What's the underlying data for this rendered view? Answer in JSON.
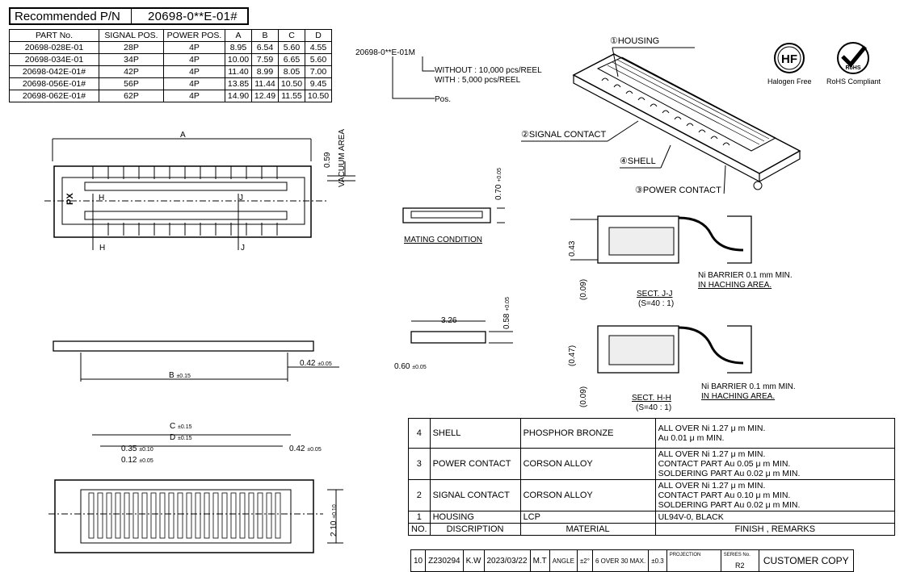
{
  "recommended": {
    "label": "Recommended P/N",
    "value": "20698-0**E-01#"
  },
  "parts_table": {
    "headers": [
      "PART No.",
      "SIGNAL POS.",
      "POWER POS.",
      "A",
      "B",
      "C",
      "D"
    ],
    "rows": [
      [
        "20698-028E-01",
        "28P",
        "4P",
        "8.95",
        "6.54",
        "5.60",
        "4.55"
      ],
      [
        "20698-034E-01",
        "34P",
        "4P",
        "10.00",
        "7.59",
        "6.65",
        "5.60"
      ],
      [
        "20698-042E-01#",
        "42P",
        "4P",
        "11.40",
        "8.99",
        "8.05",
        "7.00"
      ],
      [
        "20698-056E-01#",
        "56P",
        "4P",
        "13.85",
        "11.44",
        "10.50",
        "9.45"
      ],
      [
        "20698-062E-01#",
        "62P",
        "4P",
        "14.90",
        "12.49",
        "11.55",
        "10.50"
      ]
    ]
  },
  "pn_breakdown": {
    "code": "20698-0**E-01M",
    "without": "WITHOUT : 10,000 pcs/REEL",
    "with": "WITH       : 5,000 pcs/REEL",
    "pos": "Pos."
  },
  "callouts": {
    "housing": "①HOUSING",
    "signal": "②SIGNAL CONTACT",
    "shell": "④SHELL",
    "power": "③POWER CONTACT"
  },
  "badges": {
    "hf": "HF",
    "hf_label": "Halogen Free",
    "rohs": "RoHS",
    "rohs_label": "RoHS Compliant"
  },
  "dims": {
    "a": "A",
    "b": "B",
    "b_tol": "±0.15",
    "c": "C",
    "c_tol": "±0.15",
    "d": "D",
    "d_tol": "±0.15",
    "v059": "0.59",
    "vacuum": "VACUUM AREA",
    "v070": "0.70",
    "v070_tol": "+0.05",
    "mating": "MATING CONDITION",
    "v042": "0.42",
    "v042_tol": "±0.05",
    "v326": "3.26",
    "v058": "0.58",
    "v058_tol": "+0.05",
    "v060": "0.60",
    "v060_tol": "±0.05",
    "v035": "0.35",
    "v035_tol": "±0.10",
    "v012": "0.12",
    "v012_tol": "±0.05",
    "v042b": "0.42",
    "v042b_tol": "±0.05",
    "v210": "2.10",
    "v210_tol": "±0.10",
    "h": "H",
    "j": "J",
    "px": "PX"
  },
  "sections": {
    "jj_043": "0.43",
    "jj_009": "(0.09)",
    "jj_note1": "Ni BARRIER 0.1 mm MIN.",
    "jj_note2": "IN HACHING AREA.",
    "jj_title": "SECT. J-J",
    "jj_scale": "(S=40 : 1)",
    "hh_047": "(0.47)",
    "hh_009": "(0.09)",
    "hh_note1": "Ni BARRIER 0.1 mm MIN.",
    "hh_note2": "IN HACHING AREA.",
    "hh_title": "SECT. H-H",
    "hh_scale": "(S=40 : 1)"
  },
  "materials": [
    {
      "no": "4",
      "desc": "SHELL",
      "mat": "PHOSPHOR BRONZE",
      "fin": [
        "ALL OVER Ni 1.27 μ m MIN.",
        "Au 0.01 μ m  MIN."
      ]
    },
    {
      "no": "3",
      "desc": "POWER CONTACT",
      "mat": "CORSON ALLOY",
      "fin": [
        "ALL OVER Ni 1.27 μ m MIN.",
        "CONTACT PART Au 0.05 μ m  MIN.",
        "SOLDERING PART Au 0.02 μ m MIN."
      ]
    },
    {
      "no": "2",
      "desc": "SIGNAL CONTACT",
      "mat": "CORSON ALLOY",
      "fin": [
        "ALL OVER Ni 1.27 μ m MIN.",
        "CONTACT PART Au 0.10 μ m  MIN.",
        "SOLDERING PART Au 0.02 μ m MIN."
      ]
    },
    {
      "no": "1",
      "desc": "HOUSING",
      "mat": "LCP",
      "fin": [
        "UL94V-0, BLACK"
      ]
    }
  ],
  "materials_header": {
    "no": "NO.",
    "desc": "DISCRIPTION",
    "mat": "MATERIAL",
    "fin": "FINISH , REMARKS"
  },
  "revision": {
    "rev": "10",
    "ecn": "Z230294",
    "by": "K.W",
    "date": "2023/03/22",
    "chk": "M.T",
    "angle": "ANGLE",
    "angle_tol": "±2°",
    "over": "6 OVER 30 MAX.",
    "over_tol": "±0.3",
    "proj": "PROJECTION",
    "series_lbl": "SERIES No.",
    "series": "R2",
    "copy": "CUSTOMER COPY"
  }
}
